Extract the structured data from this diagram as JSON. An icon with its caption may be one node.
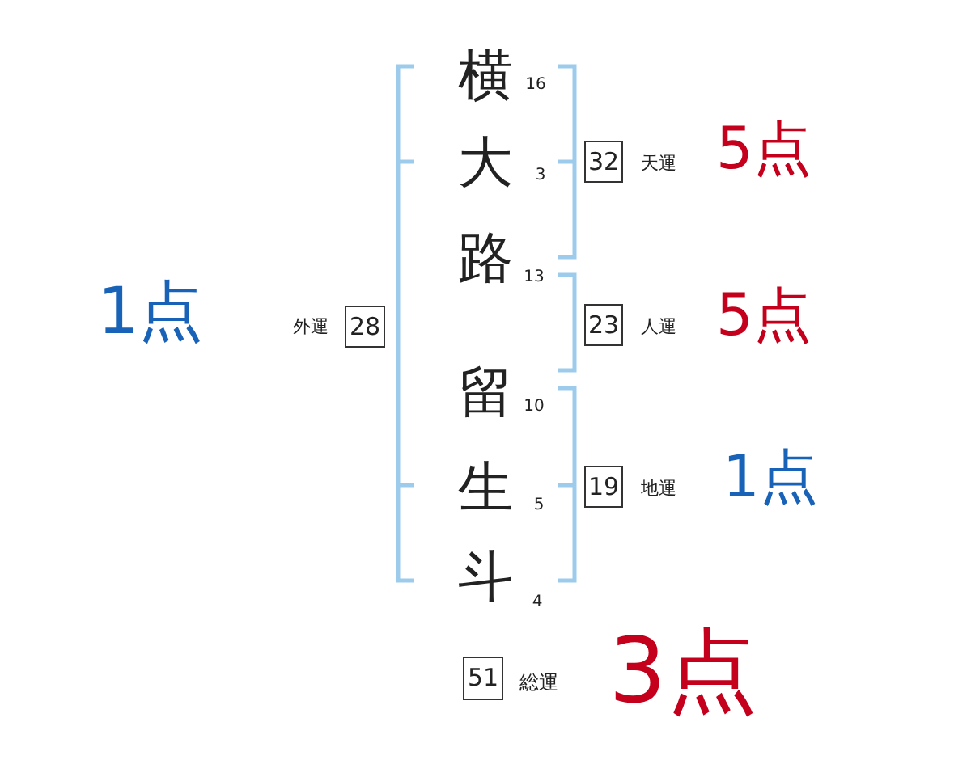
{
  "diagram": {
    "nodes": [
      {
        "text": [
          "32"
        ],
        "beside": [
          "天運",
          "5点"
        ]
      },
      {
        "text": [
          "28"
        ],
        "beside": [
          "外運",
          "1点"
        ]
      },
      {
        "text": [
          "23"
        ],
        "beside": [
          "人運",
          "5点"
        ]
      },
      {
        "text": [
          "19"
        ],
        "beside": [
          "地運",
          "1点"
        ]
      },
      {
        "text": [
          "51"
        ],
        "beside": [
          "総運",
          "3点"
        ]
      }
    ],
    "labels": [
      "横",
      "16",
      "大",
      "3",
      "路",
      "13",
      "留",
      "10",
      "生",
      "5",
      "斗",
      "4"
    ]
  }
}
